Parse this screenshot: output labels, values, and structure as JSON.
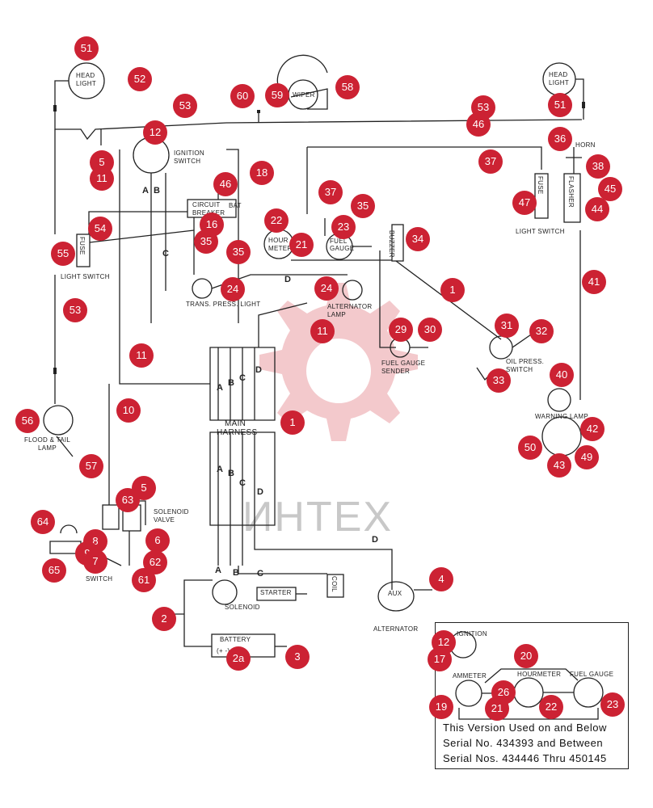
{
  "labels": {
    "head_light_left": [
      "HEAD",
      "LIGHT"
    ],
    "head_light_right": [
      "HEAD",
      "LIGHT"
    ],
    "wiper": "WIPER",
    "ignition_switch": [
      "IGNITION",
      "SWITCH"
    ],
    "circuit_breaker": [
      "CIRCUIT",
      "BREAKER"
    ],
    "bat": "BAT",
    "hour_meter": [
      "HOUR",
      "METER"
    ],
    "fuel_gauge": [
      "FUEL",
      "GAUGE"
    ],
    "buzzer": "BUZZER",
    "fuse_left": "FUSE",
    "light_switch_left": "LIGHT SWITCH",
    "trans_press_light": "TRANS. PRESS. LIGHT",
    "alternator_lamp": [
      "ALTERNATOR",
      "LAMP"
    ],
    "fuel_gauge_sender": [
      "FUEL GAUGE",
      "SENDER"
    ],
    "oil_press_switch": [
      "OIL PRESS.",
      "SWITCH"
    ],
    "horn": "HORN",
    "fuse_right": "FUSE",
    "flasher": "FLASHER",
    "light_switch_right": "LIGHT SWITCH",
    "warning_lamp": "WARNING LAMP",
    "flood_tail_lamp": [
      "FLOOD & TAIL",
      "LAMP"
    ],
    "main_harness": [
      "MAIN",
      "HARNESS"
    ],
    "solenoid_valve": [
      "SOLENOID",
      "VALVE"
    ],
    "switch": "SWITCH",
    "solenoid": "SOLENOID",
    "starter": "STARTER",
    "coil": "COIL",
    "alternator": "ALTERNATOR",
    "battery": "BATTERY",
    "battery_terminals": "(+    -)",
    "aux": "AUX",
    "inset_ignition": "IGNITION",
    "inset_ammeter": "AMMETER",
    "inset_hourmeter": "HOURMETER",
    "inset_fuel_gauge": "FUEL GAUGE"
  },
  "wire_letters": [
    "A",
    "B",
    "C",
    "D"
  ],
  "watermark": "ИНТЕХ",
  "note": [
    "This Version Used on and Below",
    "Serial No. 434393 and Between",
    "Serial Nos. 434446 Thru 450145"
  ],
  "callouts": {
    "c51a": "51",
    "c52": "52",
    "c60": "60",
    "c59": "59",
    "c58": "58",
    "c53a": "53",
    "c51b": "51",
    "c53b": "53",
    "c46a": "46",
    "c12a": "12",
    "c5a": "5",
    "c11a": "11",
    "c46b": "46",
    "c18": "18",
    "c36": "36",
    "c37a": "37",
    "c38": "38",
    "c45": "45",
    "c47": "47",
    "c44": "44",
    "c16": "16",
    "c35a": "35",
    "c22a": "22",
    "c37b": "37",
    "c35b": "35",
    "c23a": "23",
    "c34": "34",
    "c54": "54",
    "c55": "55",
    "c35c": "35",
    "c21a": "21",
    "c24a": "24",
    "c24b": "24",
    "c1a": "1",
    "c41": "41",
    "c53c": "53",
    "c11b": "11",
    "c29": "29",
    "c30": "30",
    "c31": "31",
    "c32": "32",
    "c11c": "11",
    "c33": "33",
    "c40": "40",
    "c10": "10",
    "c56": "56",
    "c1b": "1",
    "c42": "42",
    "c50": "50",
    "c43": "43",
    "c49": "49",
    "c57": "57",
    "c5b": "5",
    "c63": "63",
    "c64": "64",
    "c6": "6",
    "c8": "8",
    "c9": "9",
    "c7": "7",
    "c62": "62",
    "c65": "65",
    "c61": "61",
    "c4": "4",
    "c2": "2",
    "c2a": "2a",
    "c3": "3",
    "c12b": "12",
    "c17": "17",
    "c20": "20",
    "c19": "19",
    "c26": "26",
    "c21b": "21",
    "c22b": "22",
    "c23b": "23"
  }
}
